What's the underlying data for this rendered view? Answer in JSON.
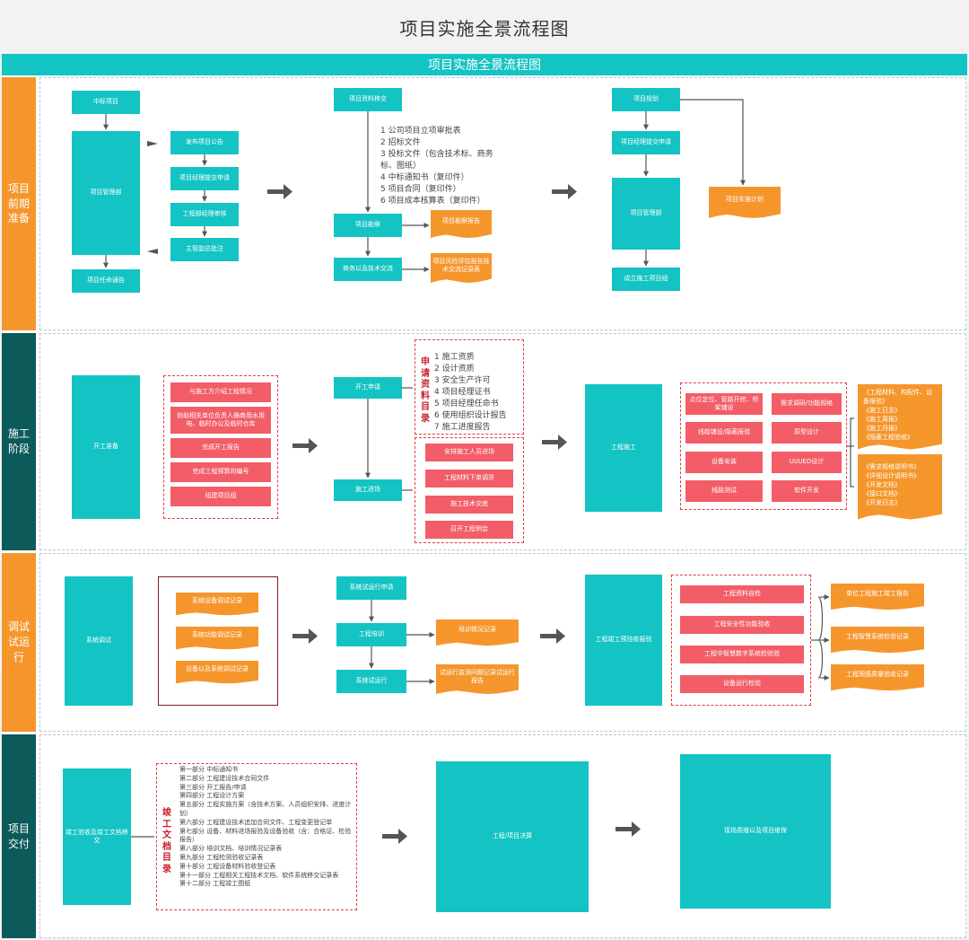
{
  "page_title": "项目实施全景流程图",
  "header_title": "项目实施全景流程图",
  "stages": [
    {
      "label": "项目前期准备"
    },
    {
      "label": "施工阶段"
    },
    {
      "label": "调试试运行"
    },
    {
      "label": "项目交付"
    }
  ],
  "s1": {
    "win_project": "中标项目",
    "project_dept": "项目管理部",
    "publish_notice": "发布项目公告",
    "pm_apply": "项目经理提交申请",
    "eng_review": "工程部经理审核",
    "director_approve": "主管副总批注",
    "appoint_notice": "项目任命通告",
    "transfer": "项目资料移交",
    "transfer_list": [
      "1 公司项目立项审批表",
      "2 招标文件",
      "3 投标文件（包含技术标、商务标、图纸）",
      "4 中标通知书（复印件）",
      "5 项目合同（复印件）",
      "6 项目成本核算表（复印件）"
    ],
    "survey": "项目勘察",
    "survey_report": "项目勘察报告",
    "tech_exchange": "商务以及技术交流",
    "risk_record": "项目风险评估报告技术交流记录表",
    "planning": "项目规划",
    "pm_submit": "项目经理提交申请",
    "dept2": "项目管理部",
    "impl_plan": "项目实施计划",
    "build_group": "成立施工项目组"
  },
  "s2": {
    "prep": "开工准备",
    "prep_items": [
      "与施工方介绍工程情况",
      "协助相关单位负责人确商用水用电、临时办公及临时仓库",
      "完成开工报告",
      "完成工程预算的编号",
      "组建项目组"
    ],
    "apply_start": "开工申请",
    "apply_title": "申请资料目录",
    "apply_list": [
      "1 施工资质",
      "2 设计资质",
      "3 安全生产许可",
      "4 项目经理证书",
      "5 项目经理任命书",
      "6 使用组织设计报告",
      "7 施工进度报告"
    ],
    "enter": "施工进场",
    "enter_items": [
      "安排施工人员进场",
      "工程材料下单调货",
      "施工技术交底",
      "召开工程例会"
    ],
    "construction": "工程施工",
    "grid": [
      "点位定位、管路开挖、桥架铺设",
      "需求调研/功能规格",
      "线缆铺设/隐蔽报验",
      "原型设计",
      "设备安装",
      "UI/UED设计",
      "线路测试",
      "软件开发"
    ],
    "docs1": [
      "《工程材料、构配件、设备报验》",
      "《施工日志》",
      "《施工周报》",
      "《施工月报》",
      "《隐蔽工程验收》"
    ],
    "docs2": [
      "《需求规格说明书》",
      "《详细设计说明书》",
      "《开发文档》",
      "《接口文档》",
      "《开发日志》"
    ]
  },
  "s3": {
    "debug": "系统调试",
    "debug_items": [
      "系统设备调试记录",
      "系统功能调试记录",
      "设备以及系统调试记录"
    ],
    "trial_apply": "系统试运行申请",
    "training": "工程培训",
    "training_record": "培训情况记录",
    "trial_run": "系统试运行",
    "trial_report": "试运行监测问题记录试运行报告",
    "acceptance": "工程竣工预验收报验",
    "acc_items": [
      "工程资料自检",
      "工程安全性功能验收",
      "工程中智慧数字系统检验验",
      "设备运行检验"
    ],
    "acc_docs": [
      "单位工程施工竣工报告",
      "工程智慧系统检验记录",
      "工程观感质量验收记录"
    ]
  },
  "s4": {
    "handover": "竣工验收及竣工文档移交",
    "doc_title": "竣工文档目录",
    "doc_list": [
      "第一部分 中标通知书",
      "第二部分 工程建设技术合同文件",
      "第三部分 开工报告/申请",
      "第四部分 工程设计方案",
      "第五部分 工程实施方案（含技术方案、人员组织安排、进度计划）",
      "第六部分 工程建设技术追加合同文件、工程变更登记单",
      "第七部分 设备、材料进场报验及设备验收（含：合格证、检验报告）",
      "第八部分 培训文档、培训情况记录表",
      "第九部分 工程检测验收记录表",
      "第十部分 工程设备材料验收登记表",
      "第十一部分 工程相关工程技术文档、软件系统移交记录表",
      "第十二部分 工程竣工图纸"
    ],
    "settlement": "工程/项目决算",
    "warranty": "现场质维以及项目维保"
  }
}
